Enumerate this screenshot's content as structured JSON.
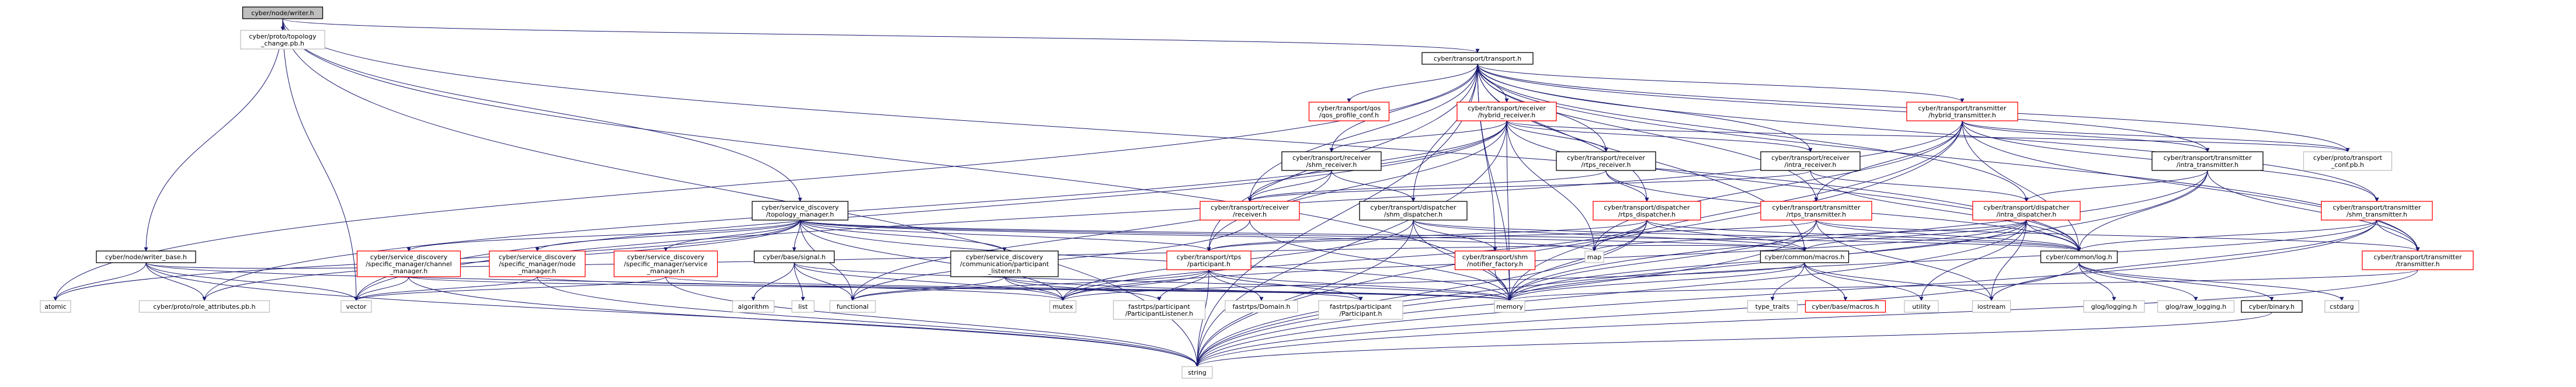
{
  "colors": {
    "edge": "#191970",
    "root_fill": "#bfbfbf",
    "node_border": "#000000",
    "external_border": "#bfbfbf",
    "cyclic_border": "#ff0000",
    "text": "#000000"
  },
  "nodes": [
    {
      "id": "writer",
      "lines": [
        "cyber/node/writer.h"
      ],
      "kind": "root"
    },
    {
      "id": "topology_pb",
      "lines": [
        "cyber/proto/topology",
        "_change.pb.h"
      ],
      "kind": "external"
    },
    {
      "id": "transport",
      "lines": [
        "cyber/transport/transport.h"
      ],
      "kind": "normal"
    },
    {
      "id": "qos_profile",
      "lines": [
        "cyber/transport/qos",
        "/qos_profile_conf.h"
      ],
      "kind": "cyclic"
    },
    {
      "id": "hybrid_receiver",
      "lines": [
        "cyber/transport/receiver",
        "/hybrid_receiver.h"
      ],
      "kind": "cyclic"
    },
    {
      "id": "hybrid_transmitter",
      "lines": [
        "cyber/transport/transmitter",
        "/hybrid_transmitter.h"
      ],
      "kind": "cyclic"
    },
    {
      "id": "shm_receiver",
      "lines": [
        "cyber/transport/receiver",
        "/shm_receiver.h"
      ],
      "kind": "normal"
    },
    {
      "id": "rtps_receiver",
      "lines": [
        "cyber/transport/receiver",
        "/rtps_receiver.h"
      ],
      "kind": "normal"
    },
    {
      "id": "intra_receiver",
      "lines": [
        "cyber/transport/receiver",
        "/intra_receiver.h"
      ],
      "kind": "normal"
    },
    {
      "id": "intra_transmitter",
      "lines": [
        "cyber/transport/transmitter",
        "/intra_transmitter.h"
      ],
      "kind": "normal"
    },
    {
      "id": "transport_conf_pb",
      "lines": [
        "cyber/proto/transport",
        "_conf.pb.h"
      ],
      "kind": "external"
    },
    {
      "id": "receiver",
      "lines": [
        "cyber/transport/receiver",
        "/receiver.h"
      ],
      "kind": "cyclic"
    },
    {
      "id": "shm_dispatcher",
      "lines": [
        "cyber/transport/dispatcher",
        "/shm_dispatcher.h"
      ],
      "kind": "normal"
    },
    {
      "id": "rtps_dispatcher",
      "lines": [
        "cyber/transport/dispatcher",
        "/rtps_dispatcher.h"
      ],
      "kind": "cyclic"
    },
    {
      "id": "rtps_transmitter",
      "lines": [
        "cyber/transport/transmitter",
        "/rtps_transmitter.h"
      ],
      "kind": "cyclic"
    },
    {
      "id": "intra_dispatcher",
      "lines": [
        "cyber/transport/dispatcher",
        "/intra_dispatcher.h"
      ],
      "kind": "cyclic"
    },
    {
      "id": "shm_transmitter",
      "lines": [
        "cyber/transport/transmitter",
        "/shm_transmitter.h"
      ],
      "kind": "cyclic"
    },
    {
      "id": "topology_manager",
      "lines": [
        "cyber/service_discovery",
        "/topology_manager.h"
      ],
      "kind": "normal"
    },
    {
      "id": "writer_base",
      "lines": [
        "cyber/node/writer_base.h"
      ],
      "kind": "normal"
    },
    {
      "id": "channel_manager",
      "lines": [
        "cyber/service_discovery",
        "/specific_manager/channel",
        "_manager.h"
      ],
      "kind": "cyclic"
    },
    {
      "id": "node_manager",
      "lines": [
        "cyber/service_discovery",
        "/specific_manager/node",
        "_manager.h"
      ],
      "kind": "cyclic"
    },
    {
      "id": "service_manager",
      "lines": [
        "cyber/service_discovery",
        "/specific_manager/service",
        "_manager.h"
      ],
      "kind": "cyclic"
    },
    {
      "id": "signal",
      "lines": [
        "cyber/base/signal.h"
      ],
      "kind": "normal"
    },
    {
      "id": "participant_listener",
      "lines": [
        "cyber/service_discovery",
        "/communication/participant",
        "_listener.h"
      ],
      "kind": "normal"
    },
    {
      "id": "participant",
      "lines": [
        "cyber/transport/rtps",
        "/participant.h"
      ],
      "kind": "cyclic"
    },
    {
      "id": "notifier_factory",
      "lines": [
        "cyber/transport/shm",
        "/notifier_factory.h"
      ],
      "kind": "cyclic"
    },
    {
      "id": "map",
      "lines": [
        "map"
      ],
      "kind": "external"
    },
    {
      "id": "macros",
      "lines": [
        "cyber/common/macros.h"
      ],
      "kind": "normal"
    },
    {
      "id": "transmitter",
      "lines": [
        "cyber/transport/transmitter",
        "/transmitter.h"
      ],
      "kind": "cyclic"
    },
    {
      "id": "log",
      "lines": [
        "cyber/common/log.h"
      ],
      "kind": "normal"
    },
    {
      "id": "atomic",
      "lines": [
        "atomic"
      ],
      "kind": "external"
    },
    {
      "id": "role_attributes_pb",
      "lines": [
        "cyber/proto/role_attributes.pb.h"
      ],
      "kind": "external"
    },
    {
      "id": "vector",
      "lines": [
        "vector"
      ],
      "kind": "external"
    },
    {
      "id": "algorithm",
      "lines": [
        "algorithm"
      ],
      "kind": "external"
    },
    {
      "id": "list",
      "lines": [
        "list"
      ],
      "kind": "external"
    },
    {
      "id": "functional",
      "lines": [
        "functional"
      ],
      "kind": "external"
    },
    {
      "id": "mutex",
      "lines": [
        "mutex"
      ],
      "kind": "external"
    },
    {
      "id": "fastrtps_participant_listener",
      "lines": [
        "fastrtps/participant",
        "/ParticipantListener.h"
      ],
      "kind": "external"
    },
    {
      "id": "fastrtps_domain",
      "lines": [
        "fastrtps/Domain.h"
      ],
      "kind": "external"
    },
    {
      "id": "fastrtps_participant",
      "lines": [
        "fastrtps/participant",
        "/Participant.h"
      ],
      "kind": "external"
    },
    {
      "id": "memory",
      "lines": [
        "memory"
      ],
      "kind": "external"
    },
    {
      "id": "type_traits",
      "lines": [
        "type_traits"
      ],
      "kind": "external"
    },
    {
      "id": "base_macros",
      "lines": [
        "cyber/base/macros.h"
      ],
      "kind": "cyclic"
    },
    {
      "id": "utility",
      "lines": [
        "utility"
      ],
      "kind": "external"
    },
    {
      "id": "iostream",
      "lines": [
        "iostream"
      ],
      "kind": "external"
    },
    {
      "id": "glog_logging",
      "lines": [
        "glog/logging.h"
      ],
      "kind": "external"
    },
    {
      "id": "glog_raw_logging",
      "lines": [
        "glog/raw_logging.h"
      ],
      "kind": "external"
    },
    {
      "id": "binary",
      "lines": [
        "cyber/binary.h"
      ],
      "kind": "normal"
    },
    {
      "id": "cstdarg",
      "lines": [
        "cstdarg"
      ],
      "kind": "external"
    },
    {
      "id": "string",
      "lines": [
        "string"
      ],
      "kind": "external"
    }
  ],
  "edges": [
    [
      "writer",
      "topology_pb"
    ],
    [
      "writer",
      "transport"
    ],
    [
      "writer",
      "topology_manager"
    ],
    [
      "writer",
      "writer_base"
    ],
    [
      "writer",
      "vector"
    ],
    [
      "writer",
      "string"
    ],
    [
      "writer",
      "log"
    ],
    [
      "writer",
      "memory"
    ],
    [
      "transport",
      "qos_profile"
    ],
    [
      "transport",
      "hybrid_receiver"
    ],
    [
      "transport",
      "hybrid_transmitter"
    ],
    [
      "transport",
      "shm_receiver"
    ],
    [
      "transport",
      "rtps_receiver"
    ],
    [
      "transport",
      "intra_receiver"
    ],
    [
      "transport",
      "intra_transmitter"
    ],
    [
      "transport",
      "transport_conf_pb"
    ],
    [
      "transport",
      "receiver"
    ],
    [
      "transport",
      "shm_dispatcher"
    ],
    [
      "transport",
      "rtps_dispatcher"
    ],
    [
      "transport",
      "rtps_transmitter"
    ],
    [
      "transport",
      "intra_dispatcher"
    ],
    [
      "transport",
      "shm_transmitter"
    ],
    [
      "transport",
      "participant"
    ],
    [
      "transport",
      "notifier_factory"
    ],
    [
      "transport",
      "macros"
    ],
    [
      "transport",
      "transmitter"
    ],
    [
      "transport",
      "atomic"
    ],
    [
      "transport",
      "memory"
    ],
    [
      "transport",
      "string"
    ],
    [
      "hybrid_receiver",
      "role_attributes_pb"
    ],
    [
      "hybrid_receiver",
      "vector"
    ],
    [
      "hybrid_receiver",
      "receiver"
    ],
    [
      "hybrid_receiver",
      "shm_receiver"
    ],
    [
      "hybrid_receiver",
      "rtps_receiver"
    ],
    [
      "hybrid_receiver",
      "intra_receiver"
    ],
    [
      "hybrid_receiver",
      "participant"
    ],
    [
      "hybrid_receiver",
      "map"
    ],
    [
      "hybrid_receiver",
      "memory"
    ],
    [
      "hybrid_receiver",
      "string"
    ],
    [
      "hybrid_receiver",
      "log"
    ],
    [
      "hybrid_receiver",
      "transport_conf_pb"
    ],
    [
      "hybrid_transmitter",
      "transmitter"
    ],
    [
      "hybrid_transmitter",
      "intra_transmitter"
    ],
    [
      "hybrid_transmitter",
      "shm_transmitter"
    ],
    [
      "hybrid_transmitter",
      "rtps_transmitter"
    ],
    [
      "hybrid_transmitter",
      "transport_conf_pb"
    ],
    [
      "hybrid_transmitter",
      "log"
    ],
    [
      "hybrid_transmitter",
      "map"
    ],
    [
      "hybrid_transmitter",
      "memory"
    ],
    [
      "hybrid_transmitter",
      "string"
    ],
    [
      "hybrid_transmitter",
      "vector"
    ],
    [
      "shm_receiver",
      "receiver"
    ],
    [
      "shm_receiver",
      "shm_dispatcher"
    ],
    [
      "shm_receiver",
      "functional"
    ],
    [
      "rtps_receiver",
      "receiver"
    ],
    [
      "rtps_receiver",
      "rtps_dispatcher"
    ],
    [
      "rtps_receiver",
      "log"
    ],
    [
      "intra_receiver",
      "receiver"
    ],
    [
      "intra_receiver",
      "intra_dispatcher"
    ],
    [
      "intra_receiver",
      "log"
    ],
    [
      "intra_transmitter",
      "transmitter"
    ],
    [
      "intra_transmitter",
      "intra_dispatcher"
    ],
    [
      "intra_transmitter",
      "log"
    ],
    [
      "intra_transmitter",
      "string"
    ],
    [
      "intra_transmitter",
      "memory"
    ],
    [
      "receiver",
      "memory"
    ],
    [
      "receiver",
      "functional"
    ],
    [
      "shm_dispatcher",
      "notifier_factory"
    ],
    [
      "shm_dispatcher",
      "macros"
    ],
    [
      "shm_dispatcher",
      "log"
    ],
    [
      "shm_dispatcher",
      "memory"
    ],
    [
      "shm_dispatcher",
      "mutex"
    ],
    [
      "shm_dispatcher",
      "string"
    ],
    [
      "rtps_dispatcher",
      "participant"
    ],
    [
      "rtps_dispatcher",
      "macros"
    ],
    [
      "rtps_dispatcher",
      "log"
    ],
    [
      "rtps_dispatcher",
      "memory"
    ],
    [
      "rtps_dispatcher",
      "mutex"
    ],
    [
      "rtps_dispatcher",
      "string"
    ],
    [
      "rtps_dispatcher",
      "map"
    ],
    [
      "rtps_transmitter",
      "participant"
    ],
    [
      "rtps_transmitter",
      "transmitter"
    ],
    [
      "rtps_transmitter",
      "log"
    ],
    [
      "rtps_transmitter",
      "memory"
    ],
    [
      "rtps_transmitter",
      "string"
    ],
    [
      "rtps_transmitter",
      "iostream"
    ],
    [
      "intra_dispatcher",
      "macros"
    ],
    [
      "intra_dispatcher",
      "log"
    ],
    [
      "intra_dispatcher",
      "memory"
    ],
    [
      "intra_dispatcher",
      "string"
    ],
    [
      "intra_dispatcher",
      "map"
    ],
    [
      "intra_dispatcher",
      "utility"
    ],
    [
      "intra_dispatcher",
      "iostream"
    ],
    [
      "intra_dispatcher",
      "mutex"
    ],
    [
      "shm_transmitter",
      "transmitter"
    ],
    [
      "shm_transmitter",
      "log"
    ],
    [
      "shm_transmitter",
      "memory"
    ],
    [
      "shm_transmitter",
      "string"
    ],
    [
      "shm_transmitter",
      "iostream"
    ],
    [
      "topology_manager",
      "channel_manager"
    ],
    [
      "topology_manager",
      "node_manager"
    ],
    [
      "topology_manager",
      "service_manager"
    ],
    [
      "topology_manager",
      "signal"
    ],
    [
      "topology_manager",
      "participant_listener"
    ],
    [
      "topology_manager",
      "participant"
    ],
    [
      "topology_manager",
      "atomic"
    ],
    [
      "topology_manager",
      "functional"
    ],
    [
      "topology_manager",
      "memory"
    ],
    [
      "topology_manager",
      "mutex"
    ],
    [
      "topology_manager",
      "role_attributes_pb"
    ],
    [
      "topology_manager",
      "log"
    ],
    [
      "topology_manager",
      "macros"
    ],
    [
      "topology_manager",
      "map"
    ],
    [
      "writer_base",
      "atomic"
    ],
    [
      "writer_base",
      "vector"
    ],
    [
      "writer_base",
      "mutex"
    ],
    [
      "writer_base",
      "string"
    ],
    [
      "writer_base",
      "role_attributes_pb"
    ],
    [
      "writer_base",
      "macros"
    ],
    [
      "channel_manager",
      "vector"
    ],
    [
      "channel_manager",
      "string"
    ],
    [
      "channel_manager",
      "memory"
    ],
    [
      "node_manager",
      "vector"
    ],
    [
      "node_manager",
      "string"
    ],
    [
      "node_manager",
      "memory"
    ],
    [
      "service_manager",
      "vector"
    ],
    [
      "service_manager",
      "string"
    ],
    [
      "service_manager",
      "memory"
    ],
    [
      "signal",
      "algorithm"
    ],
    [
      "signal",
      "list"
    ],
    [
      "signal",
      "functional"
    ],
    [
      "signal",
      "mutex"
    ],
    [
      "signal",
      "memory"
    ],
    [
      "participant_listener",
      "functional"
    ],
    [
      "participant_listener",
      "mutex"
    ],
    [
      "participant_listener",
      "fastrtps_participant_listener"
    ],
    [
      "participant_listener",
      "fastrtps_participant"
    ],
    [
      "participant",
      "functional"
    ],
    [
      "participant",
      "mutex"
    ],
    [
      "participant",
      "memory"
    ],
    [
      "participant",
      "string"
    ],
    [
      "participant",
      "fastrtps_participant_listener"
    ],
    [
      "participant",
      "fastrtps_domain"
    ],
    [
      "participant",
      "fastrtps_participant"
    ],
    [
      "notifier_factory",
      "memory"
    ],
    [
      "macros",
      "type_traits"
    ],
    [
      "macros",
      "base_macros"
    ],
    [
      "macros",
      "utility"
    ],
    [
      "macros",
      "iostream"
    ],
    [
      "macros",
      "memory"
    ],
    [
      "macros",
      "mutex"
    ],
    [
      "transmitter",
      "memory"
    ],
    [
      "transmitter",
      "string"
    ],
    [
      "log",
      "glog_logging"
    ],
    [
      "log",
      "glog_raw_logging"
    ],
    [
      "log",
      "binary"
    ],
    [
      "log",
      "cstdarg"
    ],
    [
      "log",
      "string"
    ],
    [
      "binary",
      "string"
    ]
  ]
}
